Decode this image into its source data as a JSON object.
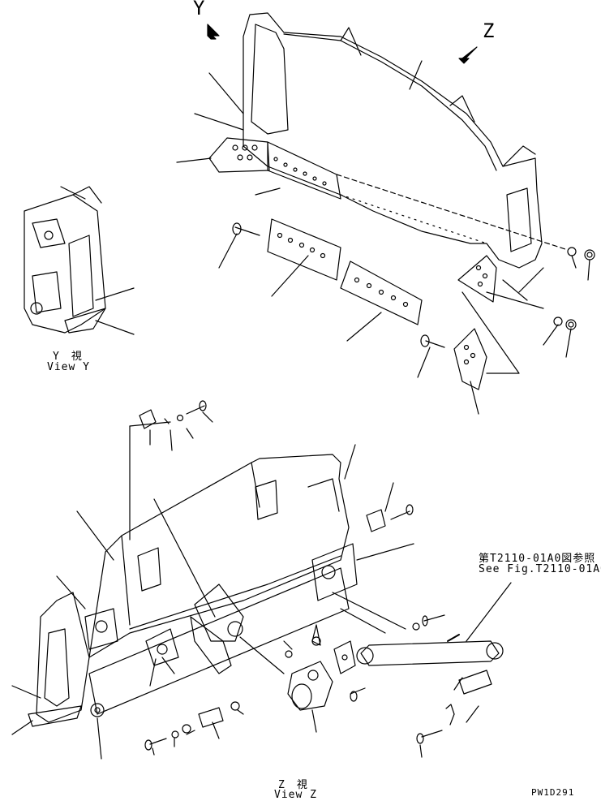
{
  "views": {
    "y_marker": "Y",
    "z_marker": "Z",
    "view_y_jp": "Y　視",
    "view_y_en": "View Y",
    "view_z_jp": "Z　視",
    "view_z_en": "View Z"
  },
  "reference": {
    "jp": "第T2110-01A0図参照",
    "en": "See Fig.T2110-01A0"
  },
  "drawing_code": "PW1D291",
  "colors": {
    "line": "#000000",
    "background": "#ffffff"
  }
}
